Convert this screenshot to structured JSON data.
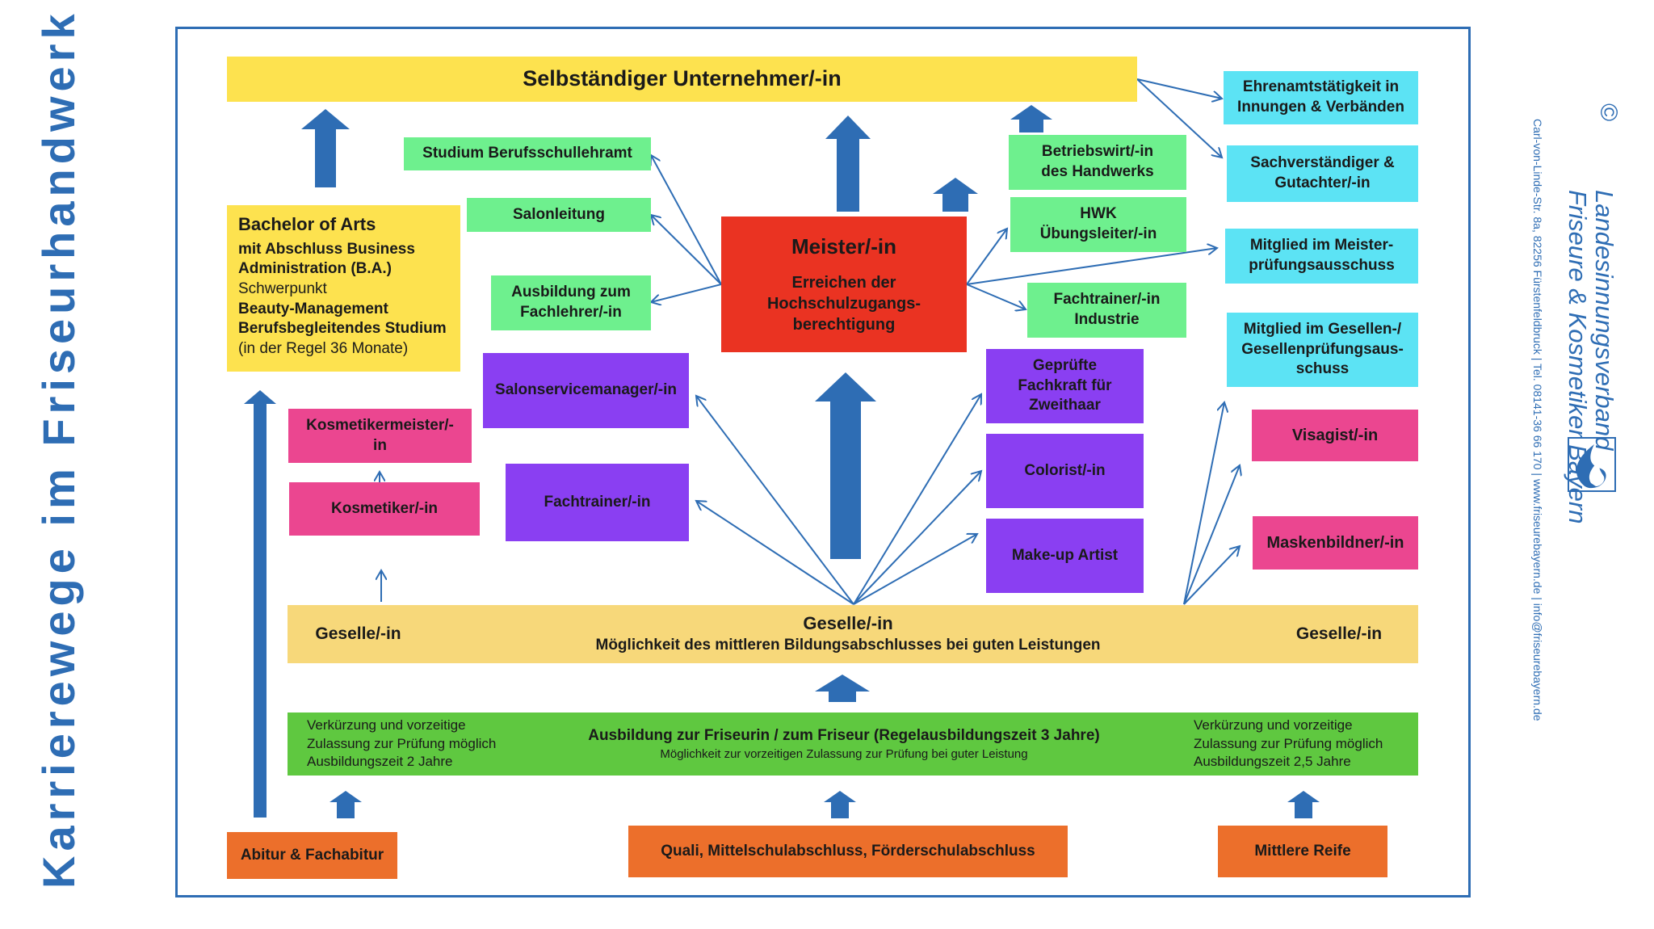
{
  "side_title": "Karrierewege im Friseurhandwerk",
  "top": {
    "unternehmer": "Selbständiger Unternehmer/-in"
  },
  "right_col": {
    "ehrenamt": [
      "Ehrenamtstätigkeit in",
      "Innungen & Verbänden"
    ],
    "sachverstaendiger": [
      "Sachverständiger &",
      "Gutachter/-in"
    ],
    "meister_pa": [
      "Mitglied im Meister-",
      "prüfungsausschuss"
    ],
    "gesellen_pa": [
      "Mitglied im Gesellen-/",
      "Gesellenprüfungsaus-",
      "schuss"
    ],
    "visagist": "Visagist/-in",
    "maskenbildner": "Maskenbildner/-in"
  },
  "bachelor": {
    "l1": "Bachelor of Arts",
    "l2": "mit Abschluss Business",
    "l3": "Administration (B.A.)",
    "l4": "Schwerpunkt",
    "l5": "Beauty-Management",
    "l6": "Berufsbegleitendes Studium",
    "l7": "(in der Regel 36 Monate)"
  },
  "green_left": {
    "studium": "Studium Berufsschullehramt",
    "salonleitung": "Salonleitung",
    "fachlehrer": [
      "Ausbildung zum",
      "Fachlehrer/-in"
    ]
  },
  "meister": {
    "title": "Meister/-in",
    "sub": [
      "Erreichen der",
      "Hochschulzugangs-",
      "berechtigung"
    ]
  },
  "green_right": {
    "betriebswirt": [
      "Betriebswirt/-in",
      "des Handwerks"
    ],
    "hwk": [
      "HWK",
      "Übungsleiter/-in"
    ],
    "fachtrainer_ind": [
      "Fachtrainer/-in",
      "Industrie"
    ]
  },
  "pink_left": {
    "kosmetikermeister": [
      "Kosmetikermeister/-",
      "in"
    ],
    "kosmetiker": "Kosmetiker/-in"
  },
  "purple": {
    "salonservice": "Salonservicemanager/-in",
    "fachtrainer": "Fachtrainer/-in",
    "zweithaar": [
      "Geprüfte",
      "Fachkraft für",
      "Zweithaar"
    ],
    "colorist": "Colorist/-in",
    "makeup": "Make-up Artist"
  },
  "geselle": {
    "left": "Geselle/-in",
    "center": "Geselle/-in",
    "center_sub": "Möglichkeit des mittleren Bildungsabschlusses bei guten Leistungen",
    "right": "Geselle/-in"
  },
  "ausbildung": {
    "left": [
      "Verkürzung und vorzeitige",
      "Zulassung zur Prüfung möglich",
      "Ausbildungszeit 2 Jahre"
    ],
    "center": "Ausbildung zur Friseurin / zum Friseur (Regelausbildungszeit 3 Jahre)",
    "center_sub": "Möglichkeit zur vorzeitigen Zulassung zur Prüfung bei guter Leistung",
    "right": [
      "Verkürzung und vorzeitige",
      "Zulassung zur Prüfung möglich",
      "Ausbildungszeit 2,5 Jahre"
    ]
  },
  "schulen": {
    "abitur": "Abitur & Fachabitur",
    "quali": "Quali, Mittelschulabschluss, Förderschulabschluss",
    "mittlere": "Mittlere Reife"
  },
  "footer": {
    "copyright": "©",
    "org_line1": "Landesinnungsverband",
    "org_line2": "Friseure & Kosmetiker Bayern",
    "address": "Carl-von-Linde-Str. 8a, 82256 Fürstenfeldbruck  |  Tel. 08141-36 66 170  |  www.friseurebayern.de  |  info@friseurebayern.de"
  },
  "colors": {
    "accent_blue": "#2e6db4",
    "arrow_blue": "#2e6db4"
  }
}
